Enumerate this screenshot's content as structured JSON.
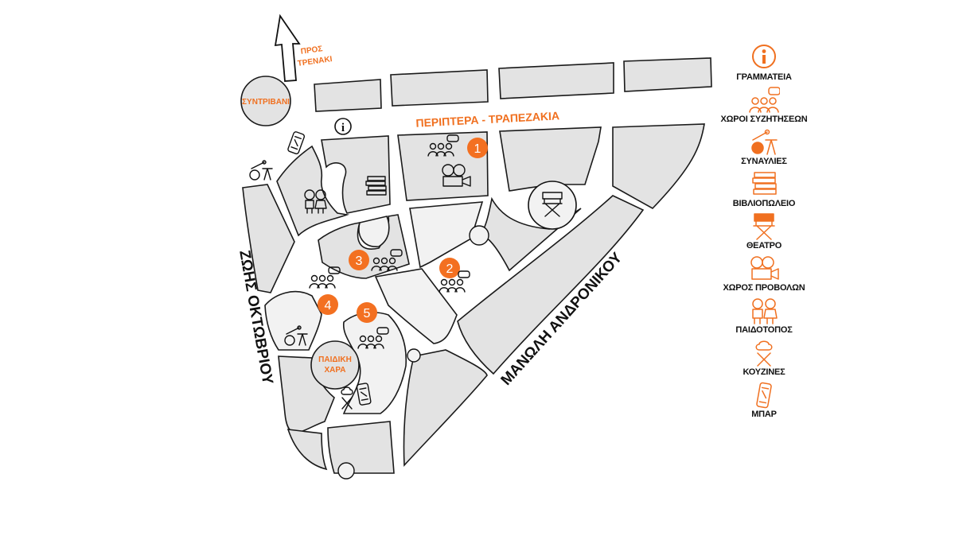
{
  "map": {
    "labels": {
      "pros_trenaki_line1": "ΠΡΟΣ",
      "pros_trenaki_line2": "ΤΡΕΝΑΚΙ",
      "syntrivani": "ΣΥΝΤΡΙΒΑΝΙ",
      "periptera": "ΠΕΡΙΠΤΕΡΑ - ΤΡΑΠΕΖΑΚΙΑ",
      "zoni_oktovriou": "ΖΩΗΣ ΟΚΤΩΒΡΙΟΥ",
      "manoli_andronikou": "ΜΑΝΩΛΗ ΑΝΔΡΟΝΙΚΟΥ",
      "paidiki_line1": "ΠΑΙΔΙΚΗ",
      "paidiki_line2": "ΧΑΡΑ",
      "info_mark": "i"
    },
    "numbered_spots": [
      "1",
      "2",
      "3",
      "4",
      "5"
    ]
  },
  "legend": {
    "items": [
      {
        "icon": "info-icon",
        "label": "ΓΡΑΜΜΑΤΕΙΑ"
      },
      {
        "icon": "discussion-icon",
        "label": "ΧΩΡΟΙ ΣΥΖΗΤΗΣΕΩΝ"
      },
      {
        "icon": "concert-icon",
        "label": "ΣΥΝΑΥΛΙΕΣ"
      },
      {
        "icon": "books-icon",
        "label": "ΒΙΒΛΙΟΠΩΛΕΙΟ"
      },
      {
        "icon": "director-chair-icon",
        "label": "ΘΕΑΤΡΟ"
      },
      {
        "icon": "projector-icon",
        "label": "ΧΩΡΟΣ ΠΡΟΒΟΛΩΝ"
      },
      {
        "icon": "kids-icon",
        "label": "ΠΑΙΔΟΤΟΠΟΣ"
      },
      {
        "icon": "kitchen-icon",
        "label": "ΚΟΥΖΙΝΕΣ"
      },
      {
        "icon": "bar-can-icon",
        "label": "ΜΠΑΡ"
      }
    ]
  },
  "colors": {
    "accent": "#f37021",
    "block": "#e3e3e3",
    "outline": "#1a1a1a"
  }
}
